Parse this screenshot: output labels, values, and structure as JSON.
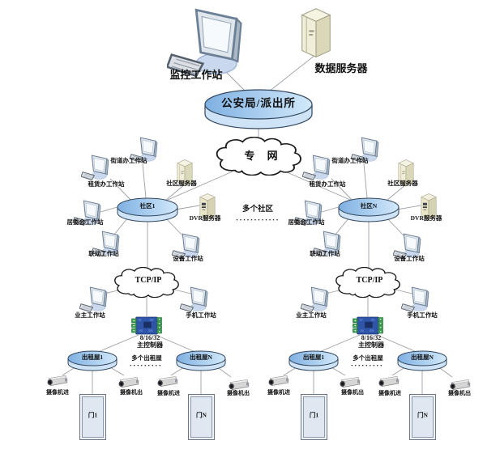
{
  "diagram": {
    "top": {
      "monitor_workstation": "监控工作站",
      "data_server": "数据服务器",
      "police_station": "公安局/派出所",
      "private_network": "专  网",
      "multiple_communities": "多个社区",
      "communities_dots": "············"
    },
    "sides": [
      {
        "community": "社区1",
        "street_office_ws": "街道办工作站",
        "rental_office_ws": "租赁办工作站",
        "committee_ws": "居委会工作站",
        "linkage_ws": "联动工作站",
        "equipment_ws": "设备工作站",
        "community_server": "社区服务器",
        "dvr_server": "DVR服务器",
        "tcpip": "TCP/IP",
        "owner_ws": "业主工作站",
        "mobile_ws": "手机工作站",
        "controller_model": "8/16/32",
        "controller_name": "主控制器",
        "multiple_rentals": "多个出租屋",
        "rentals_dots": "·········",
        "houses": [
          {
            "name": "出租屋1",
            "camera_in": "摄像机进",
            "camera_out": "摄像机出",
            "door": "门1"
          },
          {
            "name": "出租屋N",
            "camera_in": "摄像机进",
            "camera_out": "摄像机出",
            "door": "门N"
          }
        ]
      },
      {
        "community": "社区N",
        "street_office_ws": "街道办工作站",
        "rental_office_ws": "租赁办工作站",
        "committee_ws": "居委会工作站",
        "linkage_ws": "联动工作站",
        "equipment_ws": "设备工作站",
        "community_server": "社区服务器",
        "dvr_server": "DVR服务器",
        "tcpip": "TCP/IP",
        "owner_ws": "业主工作站",
        "mobile_ws": "手机工作站",
        "controller_model": "8/16/32",
        "controller_name": "主控制器",
        "multiple_rentals": "多个出租屋",
        "rentals_dots": "·········",
        "houses": [
          {
            "name": "出租屋1",
            "camera_in": "摄像机进",
            "camera_out": "摄像机出",
            "door": "门1"
          },
          {
            "name": "出租屋N",
            "camera_in": "摄像机进",
            "camera_out": "摄像机出",
            "door": "门N"
          }
        ]
      }
    ],
    "colors": {
      "disk_fill_left": "#7fb0e2",
      "disk_fill_right": "#d2e9fa",
      "disk_edge": "#33475e",
      "line": "#9aa0a6",
      "cloud_edge": "#1a1a1a",
      "server_body": "#f0eed8",
      "controller_board": "#2f55a8",
      "controller_terminal": "#3f9e52"
    }
  }
}
